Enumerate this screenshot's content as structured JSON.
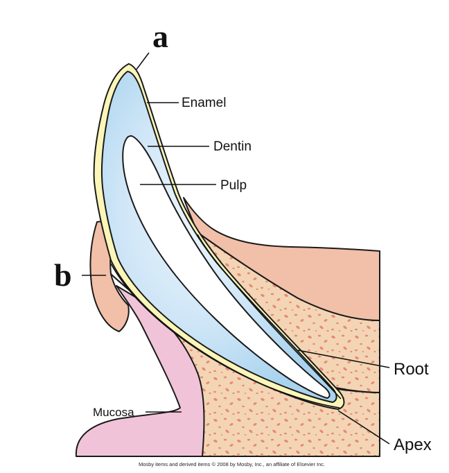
{
  "figure": {
    "letters": {
      "a": "a",
      "b": "b"
    },
    "labels": {
      "enamel": "Enamel",
      "dentin": "Dentin",
      "pulp": "Pulp",
      "root": "Root",
      "apex": "Apex",
      "mucosa": "Mucosa"
    },
    "credit": "Mosby items and derived items © 2008 by Mosby, Inc., an affiliate of Elsevier Inc.",
    "colors": {
      "enamel": "#fbf6b8",
      "dentin_center": "#eef6fd",
      "dentin_edge": "#a9d3ee",
      "gingiva": "#f2bfa8",
      "bone": "#f3d5b5",
      "bone_speckle": "#e98972",
      "mucosa": "#f1c3d9",
      "pulp": "#ffffff"
    }
  }
}
